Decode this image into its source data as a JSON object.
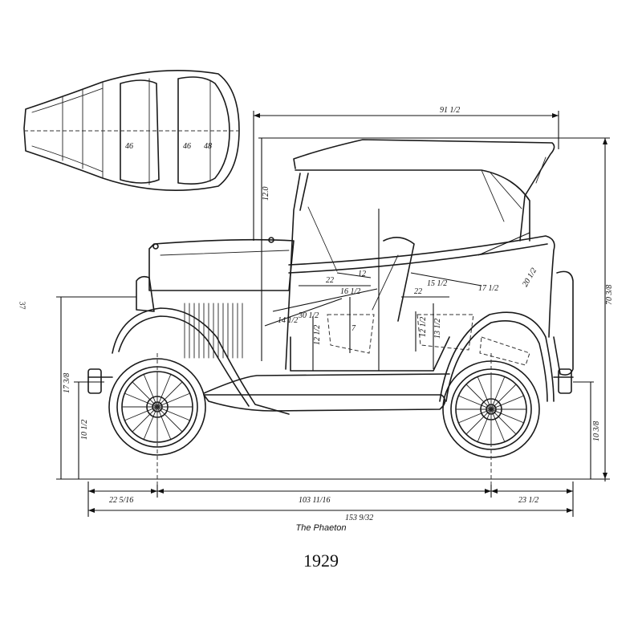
{
  "page_number": "37",
  "captions": {
    "model_name": "The Phaeton",
    "year": "1929"
  },
  "dimensions": {
    "overall_length_top": "91 1/2",
    "overall_height": "70 3/8",
    "body_height": "12.0",
    "front_overhang": "22 5/16",
    "wheelbase": "103 11/16",
    "rear_overhang": "23 1/2",
    "overall_length_bottom": "153 9/32",
    "front_bumper_height": "17 3/8",
    "front_axle_height": "10 1/2",
    "rear_axle_height": "10 3/8",
    "front_seat_back": "22",
    "front_seat_depth": "12",
    "front_seat_width": "16 1/2",
    "rear_seat_depth": "22",
    "rear_seat_width": "15 1/2",
    "rear_legroom": "17 1/2",
    "rear_seat_height": "13 1/2",
    "rear_seat_cushion": "12 1/2",
    "front_cushion_height": "12 1/2",
    "top_bow": "20 1/2",
    "front_seat_rise": "14 1/2",
    "front_floor": "30 1/2",
    "front_legroom": "7"
  },
  "plan_view_marks": [
    "46",
    "46",
    "48"
  ]
}
